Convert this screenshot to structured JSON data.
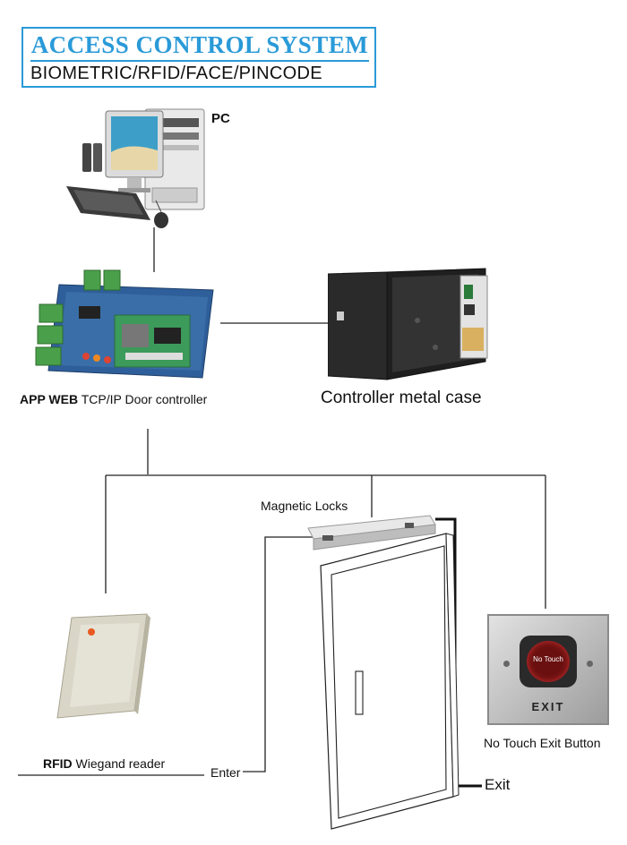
{
  "header": {
    "title": "ACCESS CONTROL SYSTEM",
    "subtitle": "BIOMETRIC/RFID/FACE/PINCODE"
  },
  "labels": {
    "pc": "PC",
    "controller_bold": "APP WEB",
    "controller_rest": " TCP/IP Door controller",
    "metal_case": "Controller metal case",
    "magnetic_locks": "Magnetic Locks",
    "reader_bold": "RFID",
    "reader_rest": " Wiegand reader",
    "exit_button": "No Touch Exit Button",
    "enter": "Enter",
    "exit": "Exit",
    "button_face_text": "No Touch",
    "button_plate_text": "EXIT"
  },
  "colors": {
    "title_blue": "#2a9ad8",
    "board_blue": "#2f5f9a",
    "board_green": "#3c9a5a",
    "case_black": "#2a2a2a",
    "reader_beige": "#d9d6c8",
    "plate_silver": "#c8c8c8"
  }
}
